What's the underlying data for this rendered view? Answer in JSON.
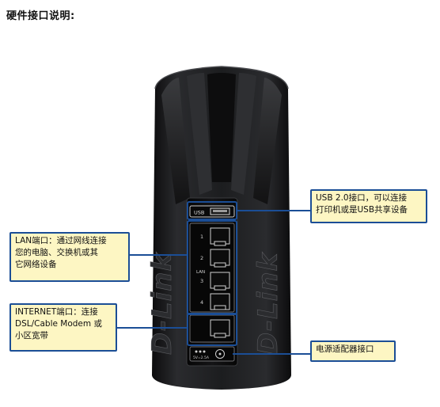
{
  "title": "硬件接口说明:",
  "callouts": {
    "usb": [
      "USB 2.0接口，可以连接",
      "打印机或是USB共享设备"
    ],
    "lan": [
      "LAN端口：通过网线连接",
      "您的电脑、交换机或其",
      "它网络设备"
    ],
    "internet": [
      "INTERNET端口：连接",
      "DSL/Cable Modem 或",
      "小区宽带"
    ],
    "power": [
      "电源适配器接口"
    ]
  },
  "device": {
    "brand": "D-Link",
    "usb_label": "USB",
    "lan_label": "LAN",
    "lan_port_numbers": [
      "1",
      "2",
      "3",
      "4"
    ],
    "power_label": "5V=2.5A"
  },
  "colors": {
    "callout_fill": "#fdf6c3",
    "callout_border": "#1b4e96",
    "connector": "#1b4e96",
    "device_body": "#1e1f21"
  }
}
